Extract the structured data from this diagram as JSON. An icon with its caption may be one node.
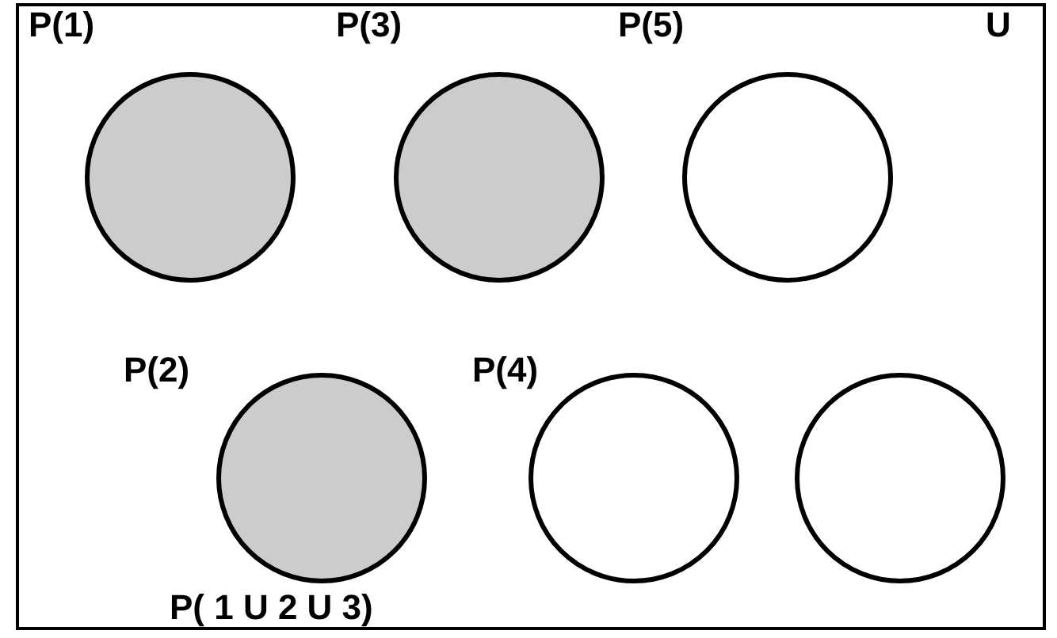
{
  "diagram": {
    "nodes": [
      {
        "text": [
          "U"
        ]
      },
      {
        "text": [
          "P(1)"
        ],
        "in": 0
      },
      {
        "text": [
          "P(3)"
        ],
        "in": 0
      },
      {
        "text": [
          "P(5)"
        ],
        "in": 0
      },
      {
        "text": [
          "P(2)"
        ],
        "in": 0
      },
      {
        "text": [
          "P(4)"
        ],
        "in": 0
      },
      {
        "text": [],
        "shape": "circle",
        "in": 0
      }
    ],
    "edges": [],
    "labels": [
      "P( 1 U 2 U 3)"
    ]
  }
}
